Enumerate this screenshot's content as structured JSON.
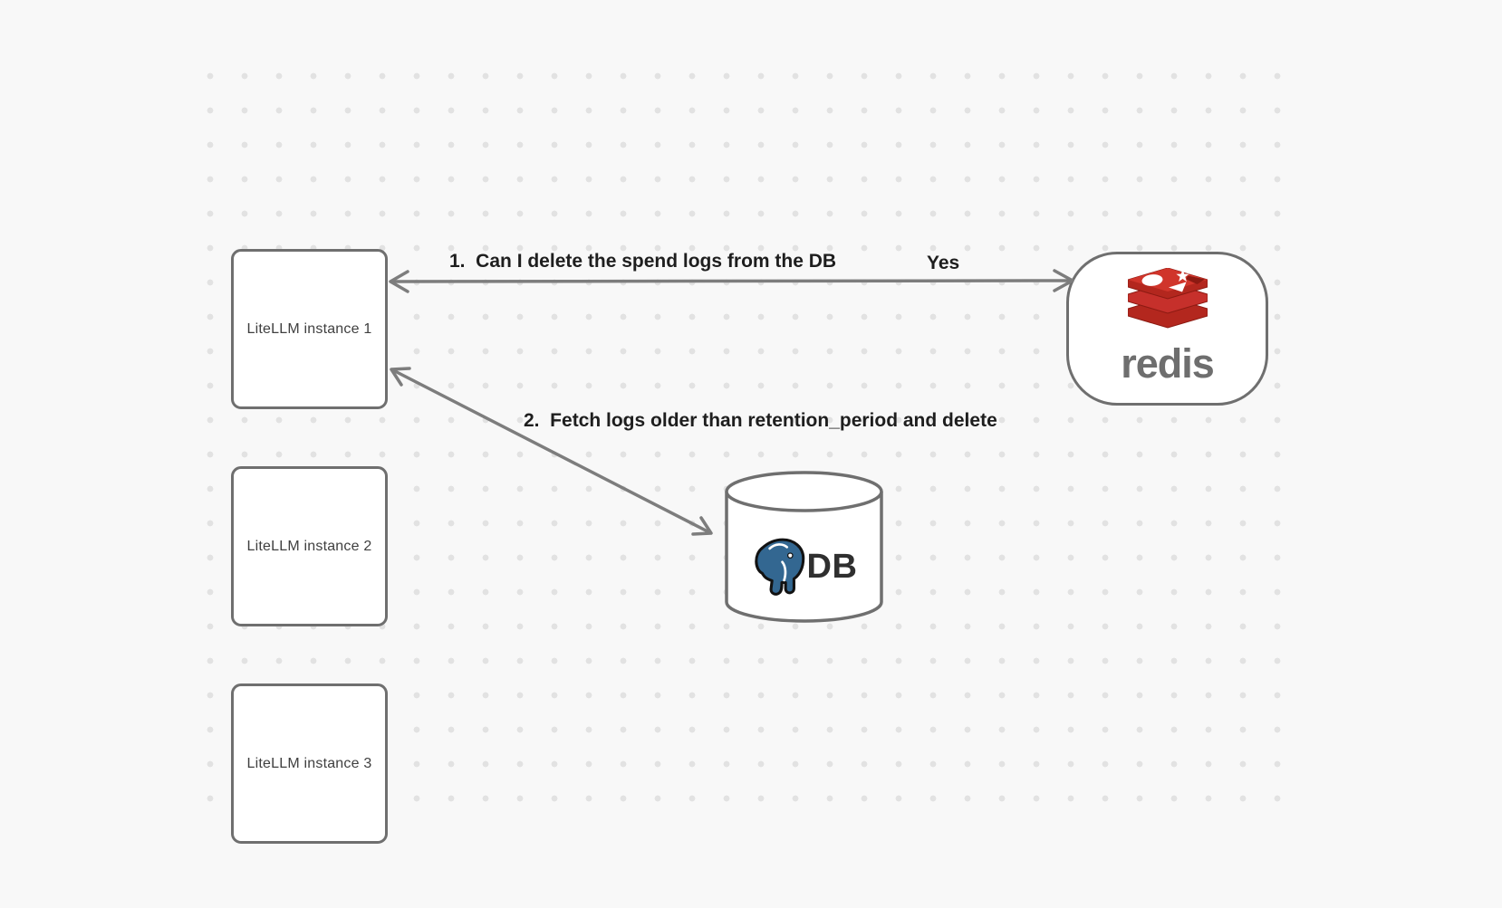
{
  "background": {
    "color": "#f8f8f8",
    "dot_color": "#e2e2e2"
  },
  "nodes": {
    "instances": [
      {
        "label": "LiteLLM instance 1"
      },
      {
        "label": "LiteLLM instance 2"
      },
      {
        "label": "LiteLLM instance 3"
      }
    ],
    "redis": {
      "wordmark": "redis",
      "icon": "redis-logo",
      "logo_red": "#c6302b",
      "logo_red_light": "#d0352b",
      "logo_red_dark": "#8c1a12",
      "wordmark_color": "#6e6e6e"
    },
    "db": {
      "label": "DB",
      "icon": "postgresql-elephant",
      "elephant_blue": "#336791"
    }
  },
  "edges": {
    "redis_query": {
      "label": "1.  Can I delete the spend logs from the DB",
      "response": "Yes",
      "direction": "bidirectional"
    },
    "db_fetch": {
      "label": "2.  Fetch logs older than retention_period and delete",
      "direction": "bidirectional"
    }
  },
  "style": {
    "shape_border_color": "#6f6f6f",
    "arrow_color": "#7d7d7d",
    "label_color": "#1e1e1e"
  }
}
